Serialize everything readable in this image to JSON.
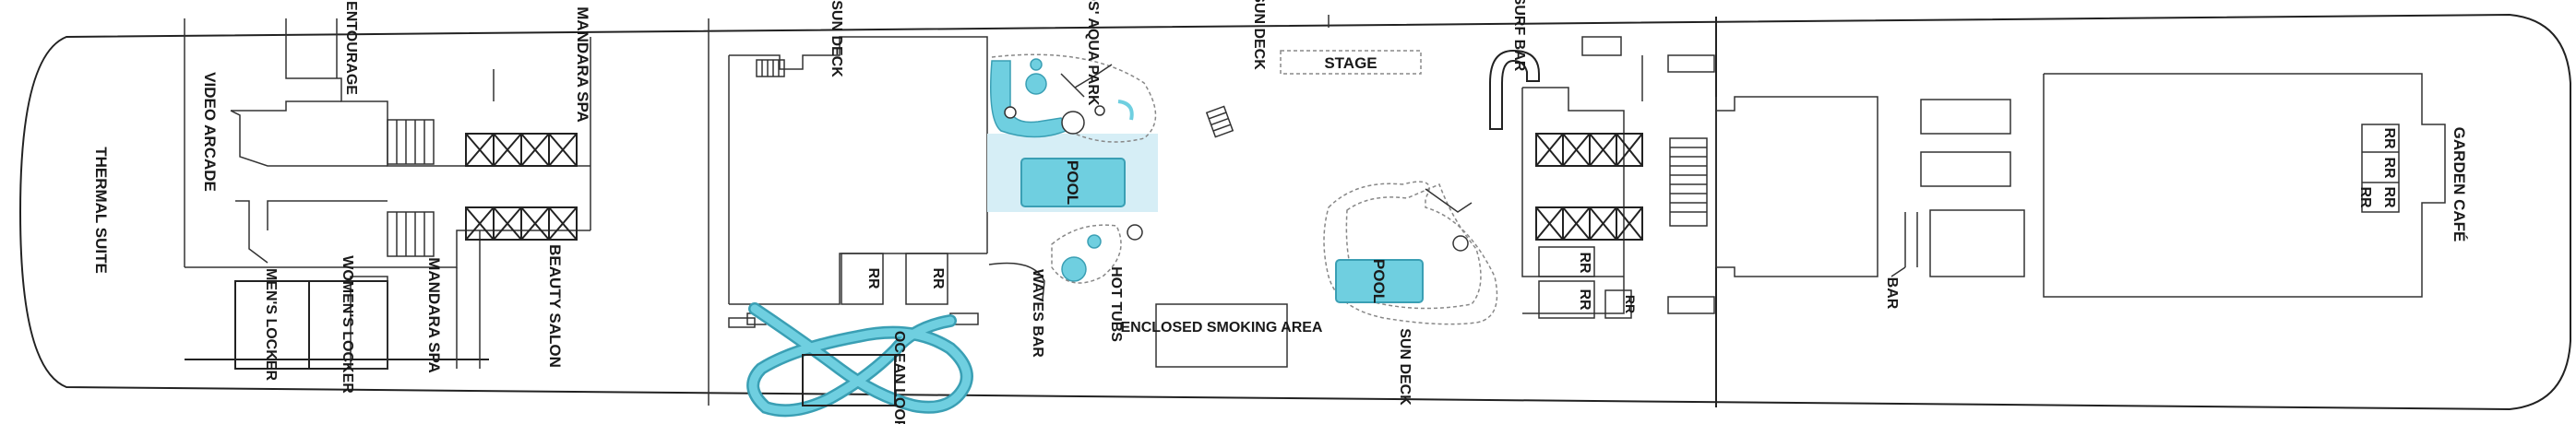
{
  "colors": {
    "water": "#6fcfe0",
    "water_light": "#d6eef6",
    "water_stroke": "#3a9fb4",
    "line": "#222222",
    "background": "#ffffff"
  },
  "labels": {
    "thermal_suite": "THERMAL SUITE",
    "video_arcade": "VIDEO ARCADE",
    "entourage": "ENTOURAGE",
    "mandara_spa_top": "MANDARA SPA",
    "mandara_spa_bottom": "MANDARA SPA",
    "beauty_salon": "BEAUTY SALON",
    "mens_locker": "MEN'S LOCKER",
    "womens_locker": "WOMEN'S LOCKER",
    "sun_deck_left": "SUN DECK",
    "kids_aqua_park": "KIDS' AQUA PARK",
    "sun_deck_mid": "SUN DECK",
    "stage": "STAGE",
    "surf_bar": "SURF BAR",
    "pool_left": "POOL",
    "pool_right": "POOL",
    "rr_1": "RR",
    "rr_2": "RR",
    "rr_3": "RR",
    "rr_4": "RR",
    "rr_5": "RR",
    "rr_6": "RR",
    "rr_7": "RR",
    "rr_8": "RR",
    "rr_9": "RR",
    "waves_bar": "WAVES BAR",
    "hot_tubs": "HOT TUBS",
    "ocean_loops": "OCEAN LOOPS",
    "enclosed_smoking_area": "ENCLOSED SMOKING AREA",
    "sun_deck_bottom": "SUN DECK",
    "bar": "BAR",
    "garden_cafe": "GARDEN CAFÉ"
  }
}
